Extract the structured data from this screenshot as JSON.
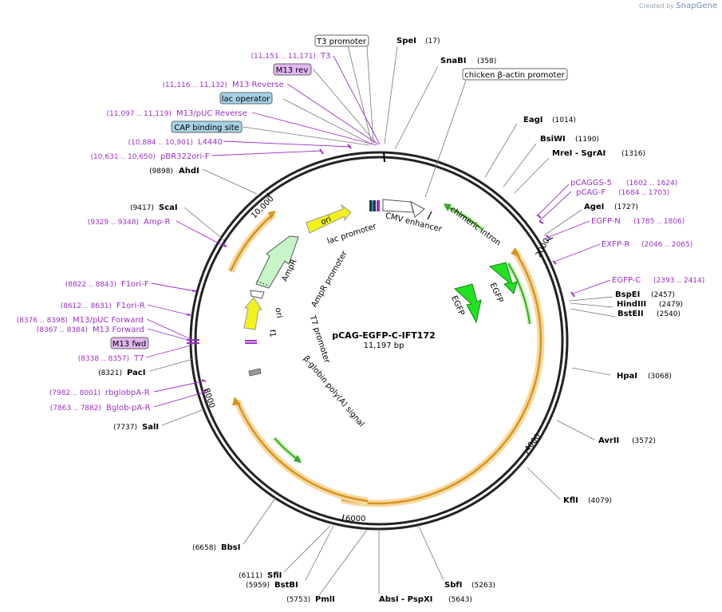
{
  "watermark": {
    "prefix": "Created by",
    "brand": "SnapGene"
  },
  "plasmid": {
    "name": "pCAG-EGFP-C-IFT172",
    "size_label": "11,197 bp",
    "length": 11197
  },
  "enzymes_right": [
    {
      "name": "SpeI",
      "pos": "(17)"
    },
    {
      "name": "SnaBI",
      "pos": "(358)"
    },
    {
      "name": "EagI",
      "pos": "(1014)"
    },
    {
      "name": "BsiWI",
      "pos": "(1190)"
    },
    {
      "name": "MreI - SgrAI",
      "pos": "(1316)"
    },
    {
      "name": "AgeI",
      "pos": "(1727)"
    },
    {
      "name": "BspEI",
      "pos": "(2457)"
    },
    {
      "name": "HindIII",
      "pos": "(2479)"
    },
    {
      "name": "BstEII",
      "pos": "(2540)"
    },
    {
      "name": "HpaI",
      "pos": "(3068)"
    },
    {
      "name": "AvrII",
      "pos": "(3572)"
    },
    {
      "name": "KflI",
      "pos": "(4079)"
    },
    {
      "name": "SbfI",
      "pos": "(5263)"
    },
    {
      "name": "AbsI - PspXI",
      "pos": "(5643)"
    }
  ],
  "enzymes_left": [
    {
      "name": "AhdI",
      "pos": "(9898)"
    },
    {
      "name": "ScaI",
      "pos": "(9417)"
    },
    {
      "name": "PacI",
      "pos": "(8321)"
    },
    {
      "name": "SalI",
      "pos": "(7737)"
    },
    {
      "name": "BbsI",
      "pos": "(6658)"
    },
    {
      "name": "SfiI",
      "pos": "(6111)"
    },
    {
      "name": "BstBI",
      "pos": "(5959)"
    },
    {
      "name": "PmlI",
      "pos": "(5753)"
    }
  ],
  "primers": [
    {
      "range": "(11,151 .. 11,171)",
      "name": "T3"
    },
    {
      "range": "(11,116 .. 11,132)",
      "name": "M13 Reverse"
    },
    {
      "range": "(11,097 .. 11,119)",
      "name": "M13/pUC Reverse"
    },
    {
      "range": "(10,884 .. 10,901)",
      "name": "L4440"
    },
    {
      "range": "(10,631 .. 10,650)",
      "name": "pBR322ori-F"
    },
    {
      "range": "(9329 .. 9348)",
      "name": "Amp-R"
    },
    {
      "range": "(8822 .. 8843)",
      "name": "F1ori-F"
    },
    {
      "range": "(8612 .. 8631)",
      "name": "F1ori-R"
    },
    {
      "range": "(8376 .. 8398)",
      "name": "M13/pUC Forward"
    },
    {
      "range": "(8367 .. 8384)",
      "name": "M13 Forward"
    },
    {
      "range": "(8338 .. 8357)",
      "name": "T7"
    },
    {
      "range": "(7982 .. 8001)",
      "name": "rbglobpA-R"
    },
    {
      "range": "(7863 .. 7882)",
      "name": "Bglob-pA-R"
    },
    {
      "range": "(1602 .. 1624)",
      "name": "pCAGGS-5"
    },
    {
      "range": "(1684 .. 1703)",
      "name": "pCAG-F"
    },
    {
      "range": "(1785 .. 1806)",
      "name": "EGFP-N"
    },
    {
      "range": "(2046 .. 2065)",
      "name": "EXFP-R"
    },
    {
      "range": "(2393 .. 2414)",
      "name": "EGFP-C"
    }
  ],
  "boxed_labels": {
    "t3_promoter": "T3 promoter",
    "m13_rev": "M13 rev",
    "lac_operator": "lac operator",
    "cap_site": "CAP binding site",
    "cba_promoter": "chicken β-actin promoter",
    "m13_fwd": "M13 fwd"
  },
  "features": {
    "ori_top": "ori",
    "lac_promoter": "lac promoter",
    "cmv_enhancer": "CMV enhancer",
    "chimeric_intron": "chimeric intron",
    "egfp_outer": "EGFP",
    "egfp_inner": "EGFP",
    "ampr": "AmpR",
    "ampr_promoter": "AmpR promoter",
    "ori_left": "ori",
    "f1": "f1",
    "t7_promoter": "T7 promoter",
    "bglobin": "β-globin poly(A) signal"
  },
  "ticks": [
    "2000",
    "4000",
    "6000",
    "8000",
    "10,000"
  ],
  "colors": {
    "primer": "#9b30c8",
    "egfp": "#22e022",
    "ori": "#f2f21a",
    "ampr": "#c8f5c8",
    "orf_band": "#f6d9a0",
    "lac_op_box": "#a6d2e6",
    "primer_box": "#e3b7f2"
  }
}
